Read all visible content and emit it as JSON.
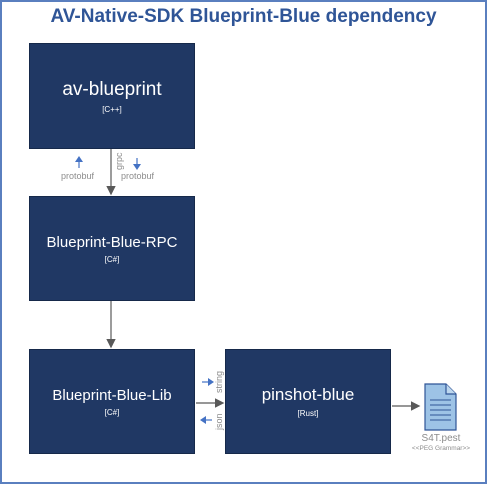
{
  "title": "AV-Native-SDK Blueprint-Blue dependency",
  "boxes": {
    "av_blueprint": {
      "name": "av-blueprint",
      "lang": "[C++]"
    },
    "rpc": {
      "name": "Blueprint-Blue-RPC",
      "lang": "[C#]"
    },
    "lib": {
      "name": "Blueprint-Blue-Lib",
      "lang": "[C#]"
    },
    "pinshot": {
      "name": "pinshot-blue",
      "lang": "[Rust]"
    }
  },
  "edges": {
    "grpc_label": "grpc",
    "protobuf_left": "protobuf",
    "protobuf_right": "protobuf",
    "string_label": "string",
    "json_label": "json"
  },
  "file": {
    "name": "S4T.pest",
    "caption": "<<PEG Grammar>>",
    "icon": "document-icon"
  },
  "colors": {
    "box": "#203864",
    "title": "#2f5597",
    "border": "#5a7fbf",
    "arrow": "#595959",
    "accent_arrow": "#4472c4"
  }
}
